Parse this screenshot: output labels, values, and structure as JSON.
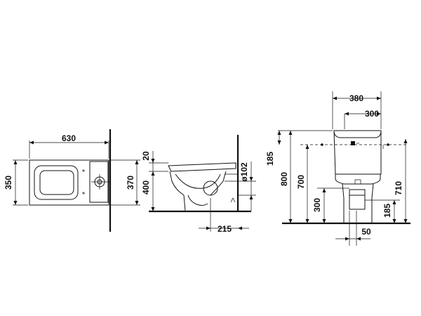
{
  "dimensions": {
    "top_length": "630",
    "top_width": "350",
    "top_depth": "370",
    "side_seat_offset": "20",
    "side_seat_height": "400",
    "side_outlet_dia": "ø102",
    "side_outlet_dist": "215",
    "front_total_width": "380",
    "front_fix_width": "300",
    "front_fix_height": "185",
    "front_total_height": "800",
    "front_tank_height": "700",
    "front_right_height": "710",
    "front_outlet_height": "300",
    "front_right_low": "185",
    "front_base_width": "50"
  }
}
